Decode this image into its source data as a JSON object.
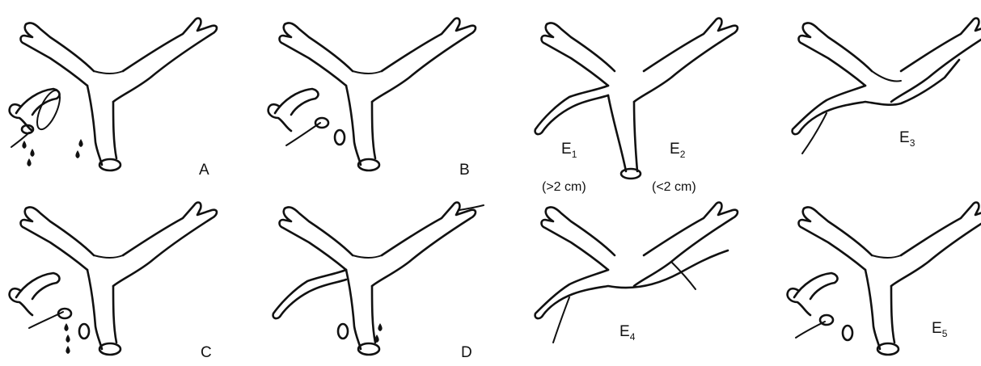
{
  "panels": {
    "A": {
      "label": "A"
    },
    "B": {
      "label": "B"
    },
    "C": {
      "label": "C"
    },
    "D": {
      "label": "D"
    },
    "E1": {
      "label": "E",
      "sub": "1",
      "note": "(>2 cm)"
    },
    "E2": {
      "label": "E",
      "sub": "2",
      "note": "(<2 cm)"
    },
    "E3": {
      "label": "E",
      "sub": "3"
    },
    "E4": {
      "label": "E",
      "sub": "4"
    },
    "E5": {
      "label": "E",
      "sub": "5"
    }
  }
}
